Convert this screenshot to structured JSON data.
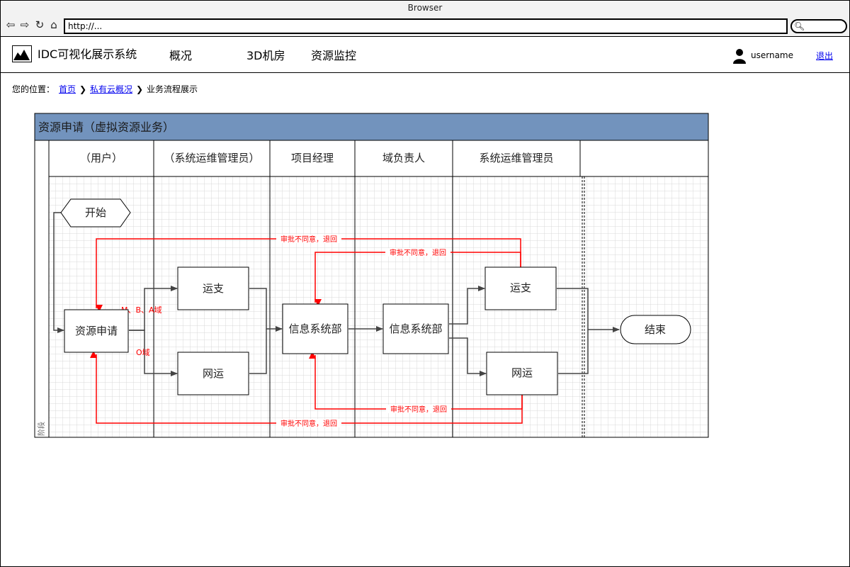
{
  "browser": {
    "window_title": "Browser",
    "url": "http://...",
    "icons": [
      "back-icon",
      "forward-icon",
      "reload-icon",
      "home-icon",
      "search-icon"
    ]
  },
  "header": {
    "app_title": "IDC可视化展示系统",
    "nav": [
      {
        "label": "概况"
      },
      {
        "label": "3D机房"
      },
      {
        "label": "资源监控"
      }
    ],
    "username": "username",
    "logout": "退出"
  },
  "breadcrumb": {
    "prefix": "您的位置：",
    "items": [
      "首页",
      "私有云概况",
      "业务流程展示"
    ]
  },
  "diagram": {
    "title": "资源申请（虚拟资源业务）",
    "side_label": "阶段",
    "lanes": [
      "（用户）",
      "（系统运维管理员）",
      "项目经理",
      "域负责人",
      "系统运维管理员",
      ""
    ],
    "nodes": {
      "start": "开始",
      "apply": "资源申请",
      "yunzhi_1": "运支",
      "wangyun_1": "网运",
      "info_1": "信息系统部",
      "info_2": "信息系统部",
      "yunzhi_2": "运支",
      "wangyun_2": "网运",
      "end": "结束"
    },
    "edge_labels": {
      "mba": "M、B、A域",
      "o": "O域",
      "reject": "审批不同意，退回"
    },
    "colors": {
      "header_bg": "#7293bd",
      "reject_line": "#ff0000",
      "flow_line": "#444444",
      "grid": "#d8d8d8"
    }
  }
}
